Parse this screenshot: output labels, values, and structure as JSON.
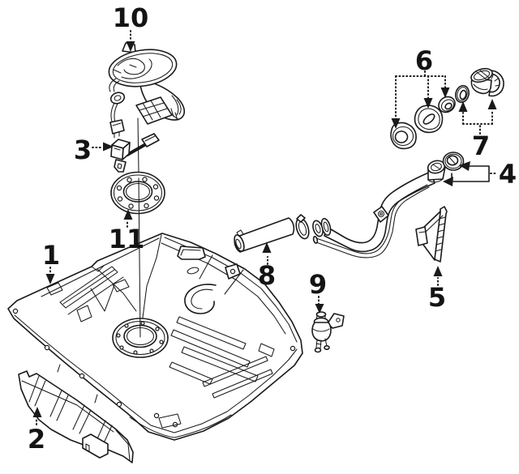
{
  "diagram": {
    "background": "#ffffff",
    "line_color": "#1a1a1a",
    "callouts": [
      {
        "label": "1"
      },
      {
        "label": "2"
      },
      {
        "label": "3"
      },
      {
        "label": "4"
      },
      {
        "label": "5"
      },
      {
        "label": "6"
      },
      {
        "label": "7"
      },
      {
        "label": "8"
      },
      {
        "label": "9"
      },
      {
        "label": "10"
      },
      {
        "label": "11"
      }
    ]
  }
}
